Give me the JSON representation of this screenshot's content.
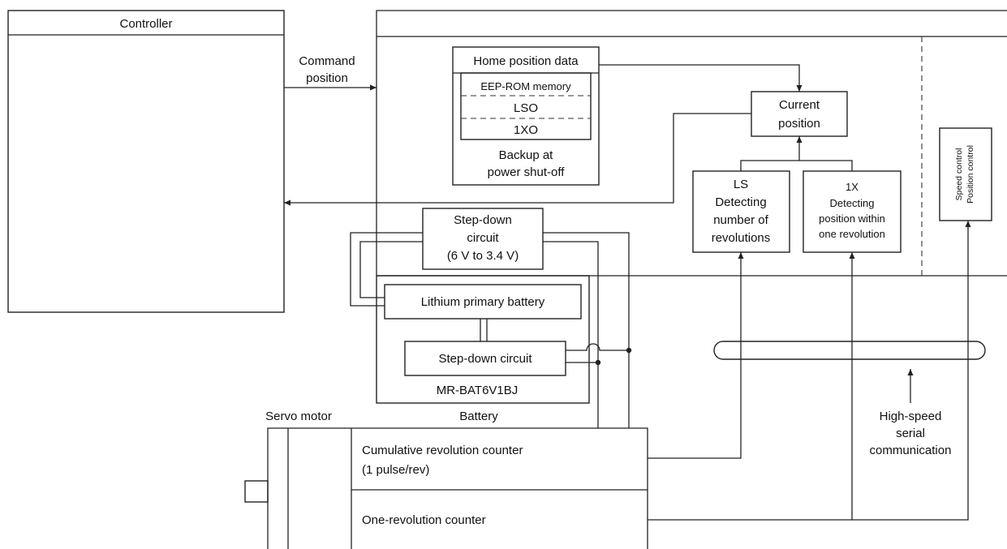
{
  "controller": {
    "title": "Controller"
  },
  "command": {
    "line1": "Command",
    "line2": "position"
  },
  "home": {
    "title": "Home position data",
    "mem1": "EEP-ROM memory",
    "mem2": "LSO",
    "mem3": "1XO",
    "backup1": "Backup at",
    "backup2": "power shut-off"
  },
  "current": {
    "line1": "Current",
    "line2": "position"
  },
  "ls": {
    "line1": "LS",
    "line2": "Detecting",
    "line3": "number of",
    "line4": "revolutions"
  },
  "onex": {
    "line1": "1X",
    "line2": "Detecting",
    "line3": "position within",
    "line4": "one revolution"
  },
  "control": {
    "line1": "Speed control",
    "line2": "Position control"
  },
  "stepdown_top": {
    "line1": "Step-down",
    "line2": "circuit",
    "line3": "(6 V to 3.4 V)"
  },
  "lithium": "Lithium primary battery",
  "stepdown_bottom": "Step-down circuit",
  "battery_model": "MR-BAT6V1BJ",
  "battery_label": "Battery",
  "servo_label": "Servo motor",
  "cumulative": {
    "line1": "Cumulative revolution counter",
    "line2": "(1 pulse/rev)"
  },
  "one_rev": "One-revolution counter",
  "serial": {
    "line1": "High-speed",
    "line2": "serial",
    "line3": "communication"
  }
}
